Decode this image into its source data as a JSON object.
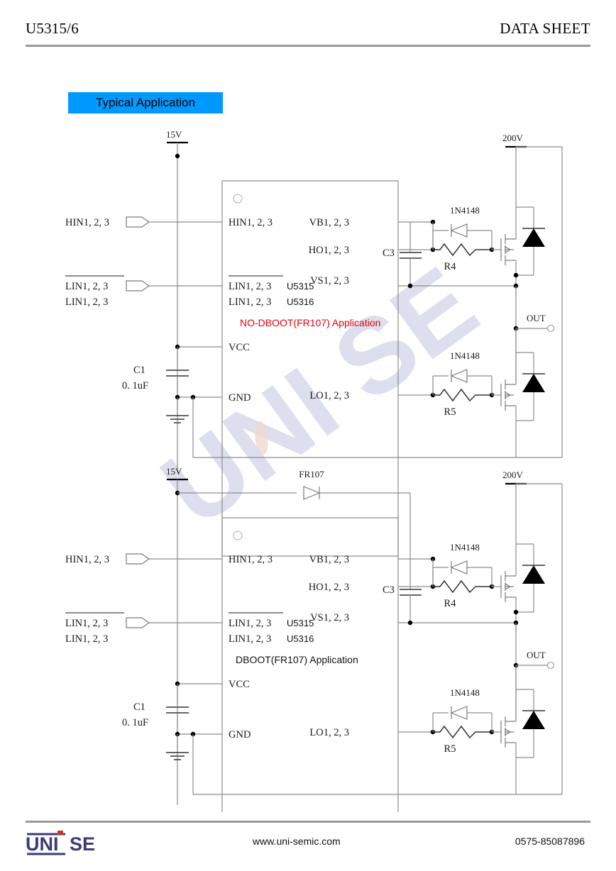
{
  "header": {
    "part_number": "U5315/6",
    "doc_type": "DATA SHEET"
  },
  "section": {
    "title": "Typical Application",
    "banner_color": "#0099ff"
  },
  "footer": {
    "logo_uni": "UNI",
    "logo_se": "SE",
    "website": "www.uni-semic.com",
    "phone": "0575-85087896",
    "logo_color": "#3b3b7a",
    "logo_accent_color": "#c0392b"
  },
  "watermark": {
    "text": "UNI SE"
  },
  "circuits": [
    {
      "id": "no-dboot",
      "caption": "NO-DBOOT(FR107) Application",
      "caption_color": "#e8000d",
      "supply_low": "15V",
      "supply_high": "200V",
      "output_label": "OUT",
      "ic_left_pins": [
        "HIN1, 2, 3",
        "LIN1, 2, 3",
        "LIN1, 2, 3",
        "VCC",
        "GND"
      ],
      "ic_right_pins": [
        "VB1, 2, 3",
        "HO1, 2, 3",
        "VS1, 2, 3",
        "LO1, 2, 3"
      ],
      "part_upper": "U5315",
      "part_lower": "U5316",
      "input_ports": [
        "HIN1, 2, 3",
        "LIN1, 2, 3",
        "LIN1, 2, 3"
      ],
      "cap_input_name": "C1",
      "cap_input_value": "0. 1uF",
      "cap_boot_name": "C3",
      "diode_high": "1N4148",
      "diode_low": "1N4148",
      "res_high": "R4",
      "res_low": "R5",
      "has_boot_diode": false,
      "boot_diode": ""
    },
    {
      "id": "dboot",
      "caption": "DBOOT(FR107) Application",
      "caption_color": "#111111",
      "supply_low": "15V",
      "supply_high": "200V",
      "output_label": "OUT",
      "ic_left_pins": [
        "HIN1, 2, 3",
        "LIN1, 2, 3",
        "LIN1, 2, 3",
        "VCC",
        "GND"
      ],
      "ic_right_pins": [
        "VB1, 2, 3",
        "HO1, 2, 3",
        "VS1, 2, 3",
        "LO1, 2, 3"
      ],
      "part_upper": "U5315",
      "part_lower": "U5316",
      "input_ports": [
        "HIN1, 2, 3",
        "LIN1, 2, 3",
        "LIN1, 2, 3"
      ],
      "cap_input_name": "C1",
      "cap_input_value": "0. 1uF",
      "cap_boot_name": "C3",
      "diode_high": "1N4148",
      "diode_low": "1N4148",
      "res_high": "R4",
      "res_low": "R5",
      "has_boot_diode": true,
      "boot_diode": "FR107"
    }
  ]
}
